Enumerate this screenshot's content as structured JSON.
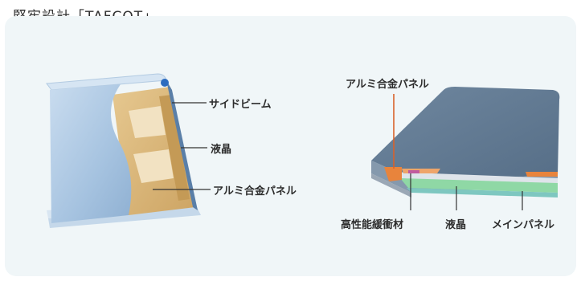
{
  "title": "堅牢設計「TAFCOT」",
  "left_diagram": {
    "labels": {
      "side_beam": "サイドビーム",
      "lcd": "液晶",
      "aluminum_panel": "アルミ合金パネル"
    }
  },
  "right_diagram": {
    "labels": {
      "aluminum_panel": "アルミ合金パネル",
      "shock_absorber": "高性能緩衝材",
      "lcd": "液晶",
      "main_panel": "メインパネル"
    }
  },
  "colors": {
    "panel_bg": "#f0f6f8",
    "laptop_blue": "#a9c7e3",
    "gold_frame": "#d8b477",
    "slate_lid": "#637b95",
    "orange_cushion": "#e8843c",
    "green_lcd": "#8fd8a5",
    "pink_accent": "#c05a9e"
  }
}
